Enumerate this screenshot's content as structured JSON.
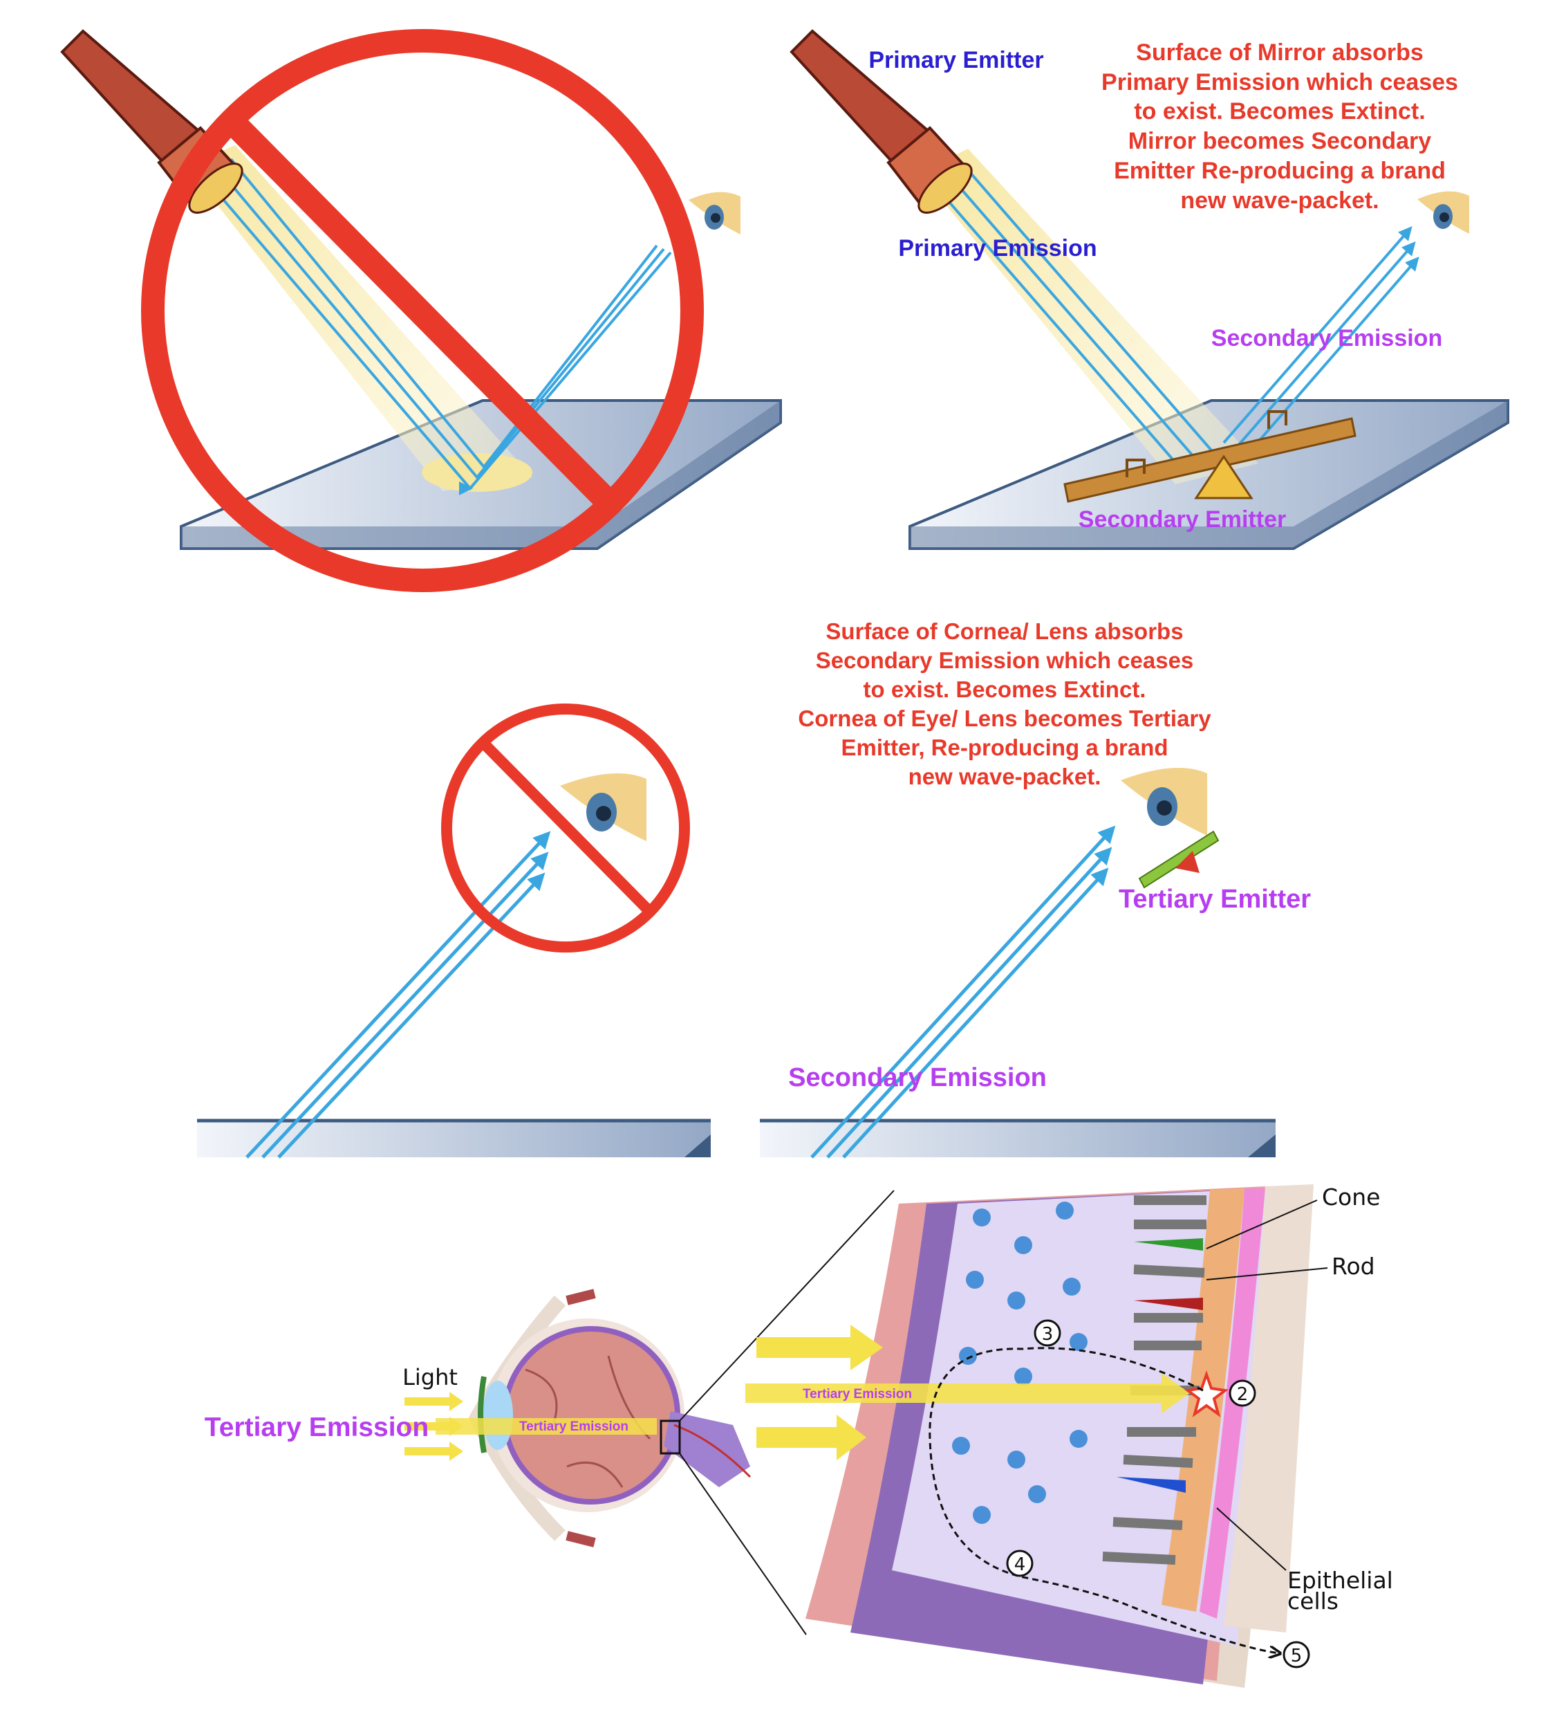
{
  "panel1": {
    "status": "prohibited"
  },
  "panel2": {
    "primary_emitter": "Primary Emitter",
    "primary_emission": "Primary Emission",
    "secondary_emission": "Secondary Emission",
    "secondary_emitter": "Secondary Emitter",
    "note": [
      "Surface of Mirror absorbs",
      "Primary Emission which ceases",
      "to exist. Becomes Extinct.",
      "Mirror becomes Secondary",
      "Emitter Re-producing a brand",
      "new wave-packet."
    ]
  },
  "panel3": {
    "status": "prohibited"
  },
  "panel4": {
    "secondary_emission": "Secondary Emission",
    "tertiary_emitter": "Tertiary Emitter",
    "note": [
      "Surface of Cornea/ Lens absorbs",
      "Secondary Emission which ceases",
      "to exist. Becomes Extinct.",
      "Cornea of Eye/ Lens becomes Tertiary",
      "Emitter, Re-producing a brand",
      "new wave-packet."
    ]
  },
  "eye_diagram": {
    "light_label": "Light",
    "tertiary_emission": "Tertiary Emission",
    "tertiary_emission_small": "Tertiary Emission",
    "cone_label": "Cone",
    "rod_label": "Rod",
    "epithelial_label": [
      "Epithelial",
      "cells"
    ],
    "steps": [
      "2",
      "3",
      "4",
      "5"
    ]
  },
  "colors": {
    "red": "#e8392a",
    "blue_label": "#2a1fd0",
    "purple_label": "#b63ef0",
    "beam": "#3aa6e0",
    "mirror": "#b8c6dc"
  }
}
